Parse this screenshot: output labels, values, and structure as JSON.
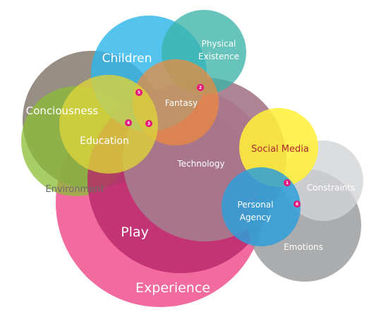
{
  "diagram": {
    "circles": [
      {
        "id": "experience",
        "label": "Experience",
        "color": "#ee4b8a"
      },
      {
        "id": "consciousness",
        "label": "Conciousness",
        "color": "#8a7f74"
      },
      {
        "id": "environment",
        "label": "Environment",
        "color": "#8bbd36"
      },
      {
        "id": "play",
        "label": "Play",
        "color": "#c02a6e"
      },
      {
        "id": "technology",
        "label": "Technology",
        "color": "#a77b8c"
      },
      {
        "id": "emotions",
        "label": "Emotions",
        "color": "#8f9092"
      },
      {
        "id": "constraints",
        "label": "Constraints",
        "color": "#c8c9cc"
      },
      {
        "id": "children",
        "label": "Children",
        "color": "#2eb6ea"
      },
      {
        "id": "physical_existence",
        "label": "Physical Existence",
        "color": "#3bb3a9"
      },
      {
        "id": "fantasy",
        "label": "Fantasy",
        "color": "#f08a3c"
      },
      {
        "id": "education",
        "label": "Education",
        "color": "#dcd33a"
      },
      {
        "id": "social_media",
        "label": "Social Media",
        "color": "#fff03a"
      },
      {
        "id": "personal_agency",
        "label": "Personal Agency",
        "color": "#2e9fd8"
      }
    ],
    "markers": [
      {
        "number": "1",
        "color": "#e5157c"
      },
      {
        "number": "2",
        "color": "#e5157c"
      },
      {
        "number": "3",
        "color": "#e5157c"
      },
      {
        "number": "4",
        "color": "#e5157c"
      },
      {
        "number": "5",
        "color": "#e5157c"
      },
      {
        "number": "6",
        "color": "#e5157c"
      }
    ]
  }
}
